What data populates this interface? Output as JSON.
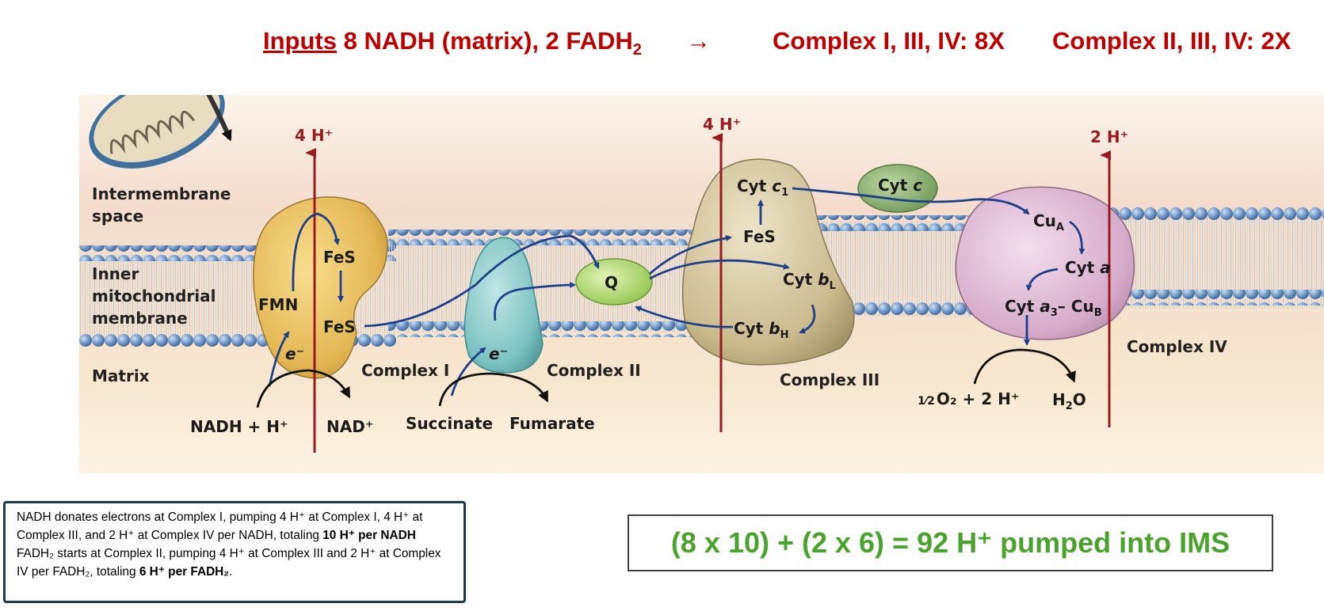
{
  "header": {
    "inputs_label": "Inputs",
    "inputs_text": " 8 NADH (matrix), 2 FADH",
    "inputs_sub": "2",
    "arrow": "→",
    "complex_134": "Complex I, III, IV: 8X",
    "complex_234": "Complex II, III, IV: 2X"
  },
  "diagram": {
    "intermembrane_1": "Intermembrane",
    "intermembrane_2": "space",
    "inner_1": "Inner",
    "inner_2": "mitochondrial",
    "inner_3": "membrane",
    "matrix": "Matrix",
    "complex1": "Complex I",
    "complex2": "Complex II",
    "complex3": "Complex III",
    "complex4": "Complex IV",
    "fmn": "FMN",
    "fes": "FeS",
    "e_minus": "e⁻",
    "q": "Q",
    "cyt": "Cyt ",
    "c": "c",
    "one": "1",
    "b": "b",
    "l": "L",
    "h": "H",
    "a": "a",
    "three": "3",
    "cua": "Cu",
    "sub_a": "A",
    "sub_b": "B",
    "dash_cub": "– Cu",
    "nadh": "NADH + H⁺",
    "nad": "NAD⁺",
    "succinate": "Succinate",
    "fumarate": "Fumarate",
    "half": "1⁄2",
    "o2_rest": "O₂ + 2 H⁺",
    "h2o_h": "H",
    "h2o_2": "2",
    "h2o_o": "O",
    "h4": "4 H⁺",
    "h2": "2 H⁺"
  },
  "note": {
    "line1a": "NADH donates electrons at Complex I, pumping 4 H⁺ at Complex I, 4 H⁺ at Complex III, and 2 H⁺ at Complex IV per NADH, totaling ",
    "line1b": "10 H⁺ per NADH",
    "line2a": "FADH₂ starts at Complex II, pumping 4 H⁺ at Complex III and 2 H⁺ at Complex IV per FADH₂, totaling ",
    "line2b": "6 H⁺ per FADH₂",
    "line2c": "."
  },
  "result": {
    "equation": "(8 x 10) + (2 x 6) = 92 H⁺ pumped into IMS"
  },
  "colors": {
    "header_red": "#c00000",
    "result_green": "#4aa32c",
    "arrow_blue": "#1f3f8a",
    "proton_arrow": "#9a1b20"
  }
}
